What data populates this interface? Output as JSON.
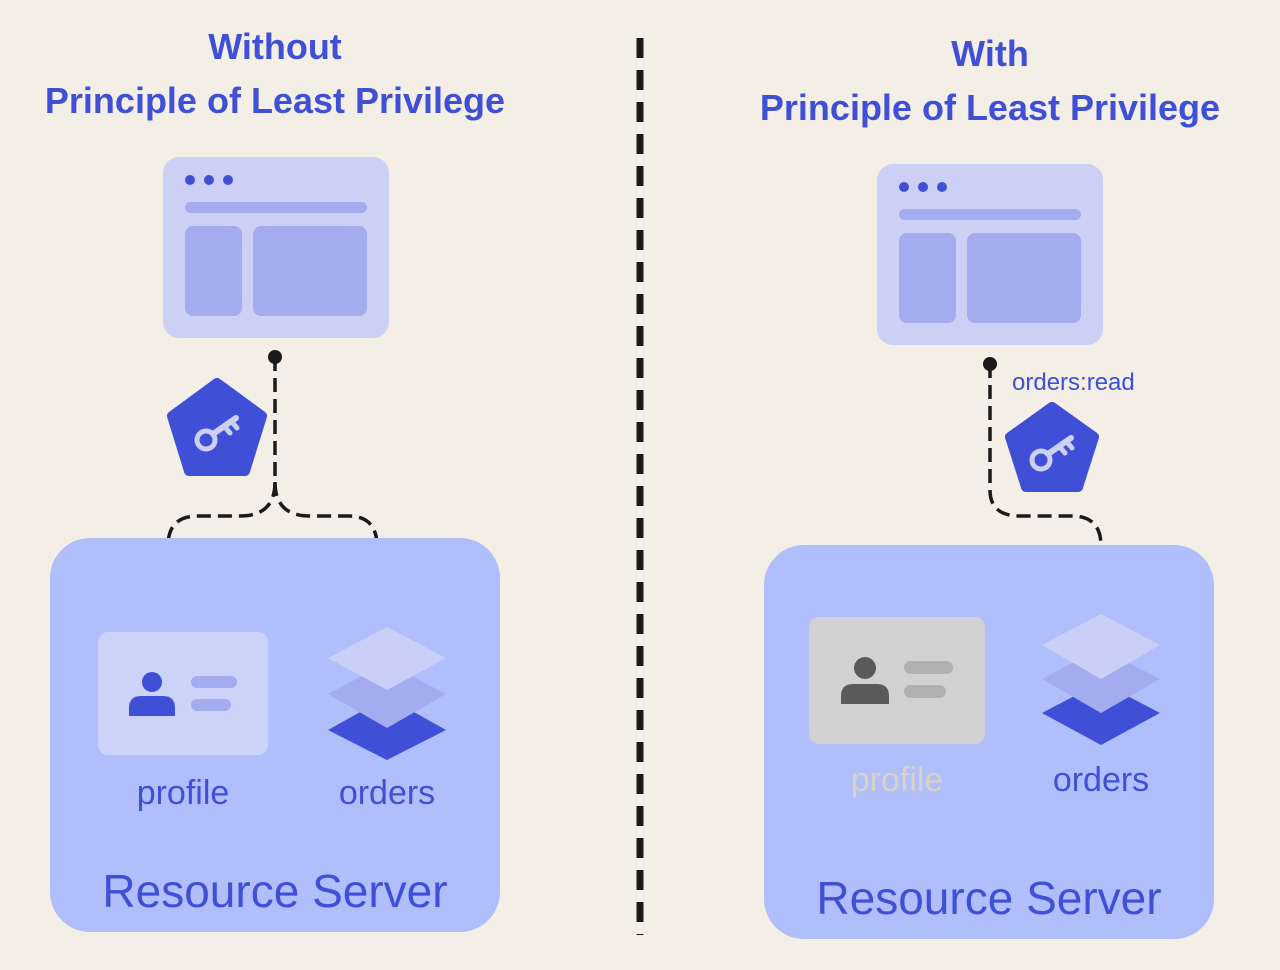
{
  "left_panel": {
    "title_line1": "Without",
    "title_line2": "Principle of Least Privilege",
    "resources": {
      "profile_label": "profile",
      "orders_label": "orders"
    },
    "server_label": "Resource Server"
  },
  "right_panel": {
    "title_line1": "With",
    "title_line2": "Principle of Least Privilege",
    "scope_label": "orders:read",
    "resources": {
      "profile_label": "profile",
      "orders_label": "orders"
    },
    "server_label": "Resource Server"
  },
  "colors": {
    "background": "#f3efe6",
    "accent": "#3f4fd6",
    "app_window": "#cbd0f4",
    "app_panel": "#a3acee",
    "server_box": "#b0bffb",
    "profile_card": "#ccd3f8",
    "disabled_card": "#d1d1d1",
    "disabled_icon": "#5a5a5a",
    "disabled_text": "#d6d2c4",
    "layer_light": "#c9cff6",
    "layer_mid": "#a3acee",
    "layer_dark": "#3f4fd6",
    "divider": "#1a1a1a"
  },
  "icons": [
    "browser-window-icon",
    "key-badge-icon",
    "profile-card-icon",
    "layers-stack-icon"
  ]
}
